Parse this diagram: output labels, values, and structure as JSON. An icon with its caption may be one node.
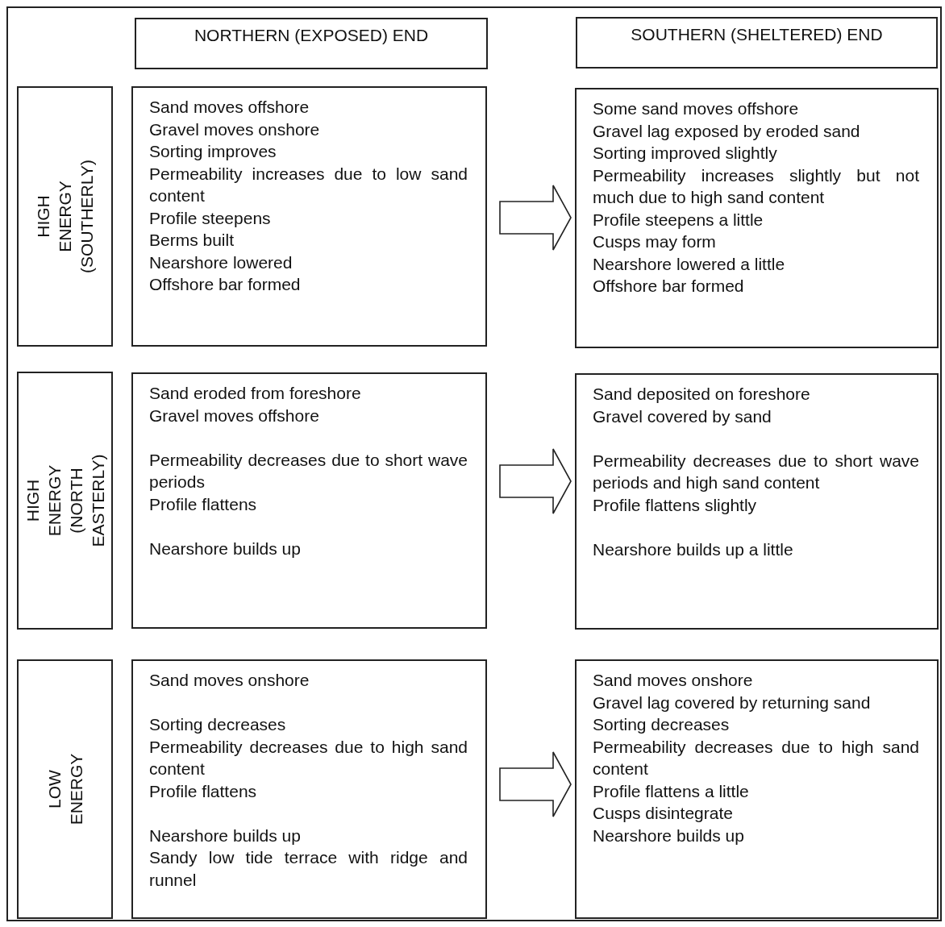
{
  "diagram": {
    "nodes": [
      {
        "text": [
          "NORTHERN (EXPOSED) END"
        ]
      },
      {
        "text": [
          "SOUTHERN (SHELTERED) END"
        ]
      },
      {
        "text": [
          "HIGH ENERGY (SOUTHERLY)"
        ]
      },
      {
        "text": [
          "Sand moves offshore",
          "Gravel moves onshore",
          "Sorting improves",
          "Permeability increases due to low sand content",
          "Profile steepens",
          "Berms built",
          "Nearshore lowered",
          "Offshore bar formed"
        ]
      },
      {
        "text": [
          "Some sand moves offshore",
          "Gravel lag exposed by eroded sand",
          "Sorting improved slightly",
          "Permeability increases slightly but not much due to high sand content",
          "Profile steepens a little",
          "Cusps may form",
          "Nearshore lowered a little",
          "Offshore bar formed"
        ]
      },
      {
        "text": [
          "HIGH ENERGY (NORTH EASTERLY)"
        ]
      },
      {
        "text": [
          "Sand eroded from foreshore",
          "Gravel moves offshore",
          "Permeability decreases due to short wave periods",
          "Profile flattens",
          "Nearshore builds up"
        ]
      },
      {
        "text": [
          "Sand deposited on foreshore",
          "Gravel covered by sand",
          "Permeability decreases due to short wave periods and high sand content",
          "Profile flattens slightly",
          "Nearshore builds up a little"
        ]
      },
      {
        "text": [
          "LOW ENERGY"
        ]
      },
      {
        "text": [
          "Sand moves onshore",
          "Sorting decreases",
          "Permeability decreases due to high sand content",
          "Profile flattens",
          "Nearshore builds up",
          "Sandy low tide terrace with ridge and runnel"
        ]
      },
      {
        "text": [
          "Sand moves onshore",
          "Gravel lag covered by returning sand",
          "Sorting decreases",
          "Permeability decreases due to high sand content",
          "Profile flattens a little",
          "Cusps disintegrate",
          "Nearshore builds up"
        ]
      }
    ],
    "edges": [
      {
        "from": 3,
        "to": 4,
        "arrow": "to"
      },
      {
        "from": 6,
        "to": 7,
        "arrow": "to"
      },
      {
        "from": 9,
        "to": 10,
        "arrow": "to"
      }
    ]
  }
}
